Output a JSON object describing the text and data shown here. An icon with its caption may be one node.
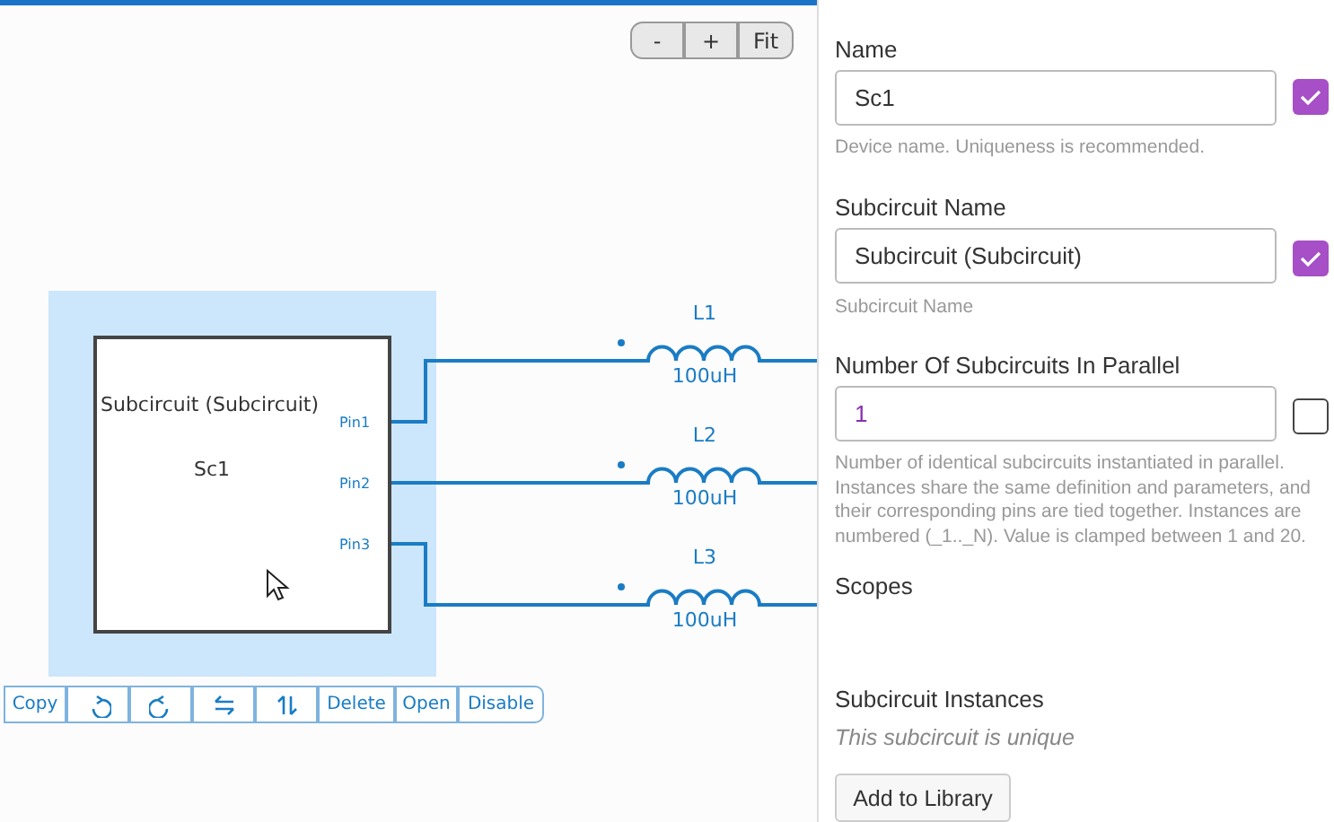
{
  "diagram": {
    "nodes": [
      {
        "text": [
          "Subcircuit (Subcircuit)",
          "Sc1"
        ]
      },
      {
        "text": [
          "L1",
          "100uH"
        ]
      },
      {
        "text": [
          "L2",
          "100uH"
        ]
      },
      {
        "text": [
          "L3",
          "100uH"
        ]
      }
    ],
    "edges": [
      {
        "from": 0,
        "to": 1,
        "arrow": "none"
      },
      {
        "from": 0,
        "to": 2,
        "arrow": "none"
      },
      {
        "from": 0,
        "to": 3,
        "arrow": "none"
      },
      {
        "from": 1,
        "to": null,
        "arrow": "none"
      },
      {
        "from": 2,
        "to": null,
        "arrow": "none"
      },
      {
        "from": 3,
        "to": null,
        "arrow": "none"
      }
    ],
    "labels": [
      "-",
      "+",
      "Fit",
      "Pin1",
      "Pin2",
      "Pin3",
      "Copy",
      "Delete",
      "Open",
      "Disable",
      "Name",
      "Sc1",
      "Device name. Uniqueness is recommended.",
      "Subcircuit Name",
      "Subcircuit (Subcircuit)",
      "Subcircuit Name",
      "Number Of Subcircuits In Parallel",
      "1",
      "Number of identical subcircuits instantiated in parallel. Instances share the same definition and parameters, and their corresponding pins are tied together. Instances are numbered (_1.._N). Value is clamped between 1 and 20.",
      "Scopes",
      "Subcircuit Instances",
      "This subcircuit is unique",
      "Add to Library"
    ]
  }
}
